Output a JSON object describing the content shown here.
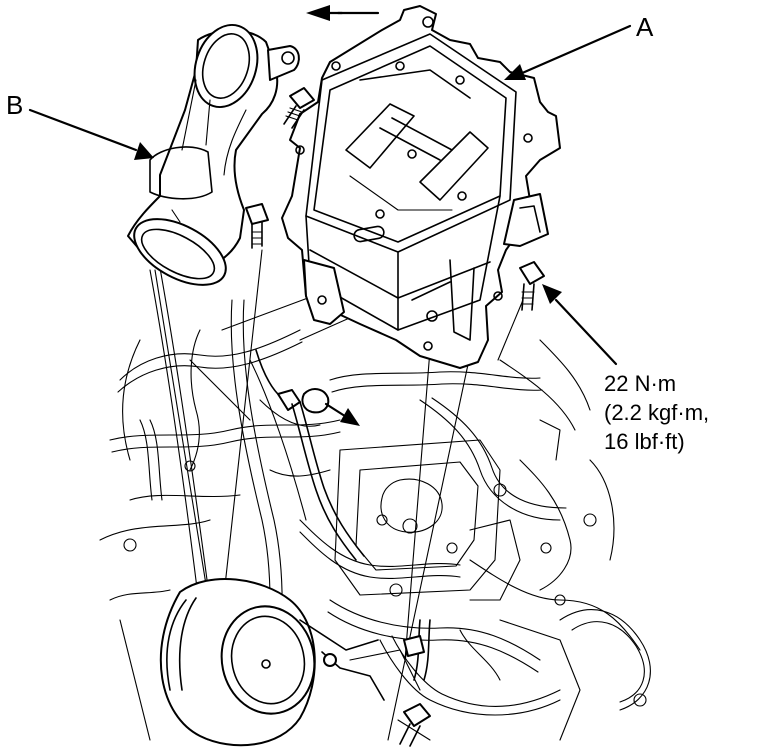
{
  "callouts": {
    "a": "A",
    "b": "B"
  },
  "torque_spec": {
    "line1": "22 N·m",
    "line2": "(2.2 kgf·m,",
    "line3": "16 lbf·ft)"
  },
  "colors": {
    "ink": "#000000",
    "background": "#ffffff"
  }
}
